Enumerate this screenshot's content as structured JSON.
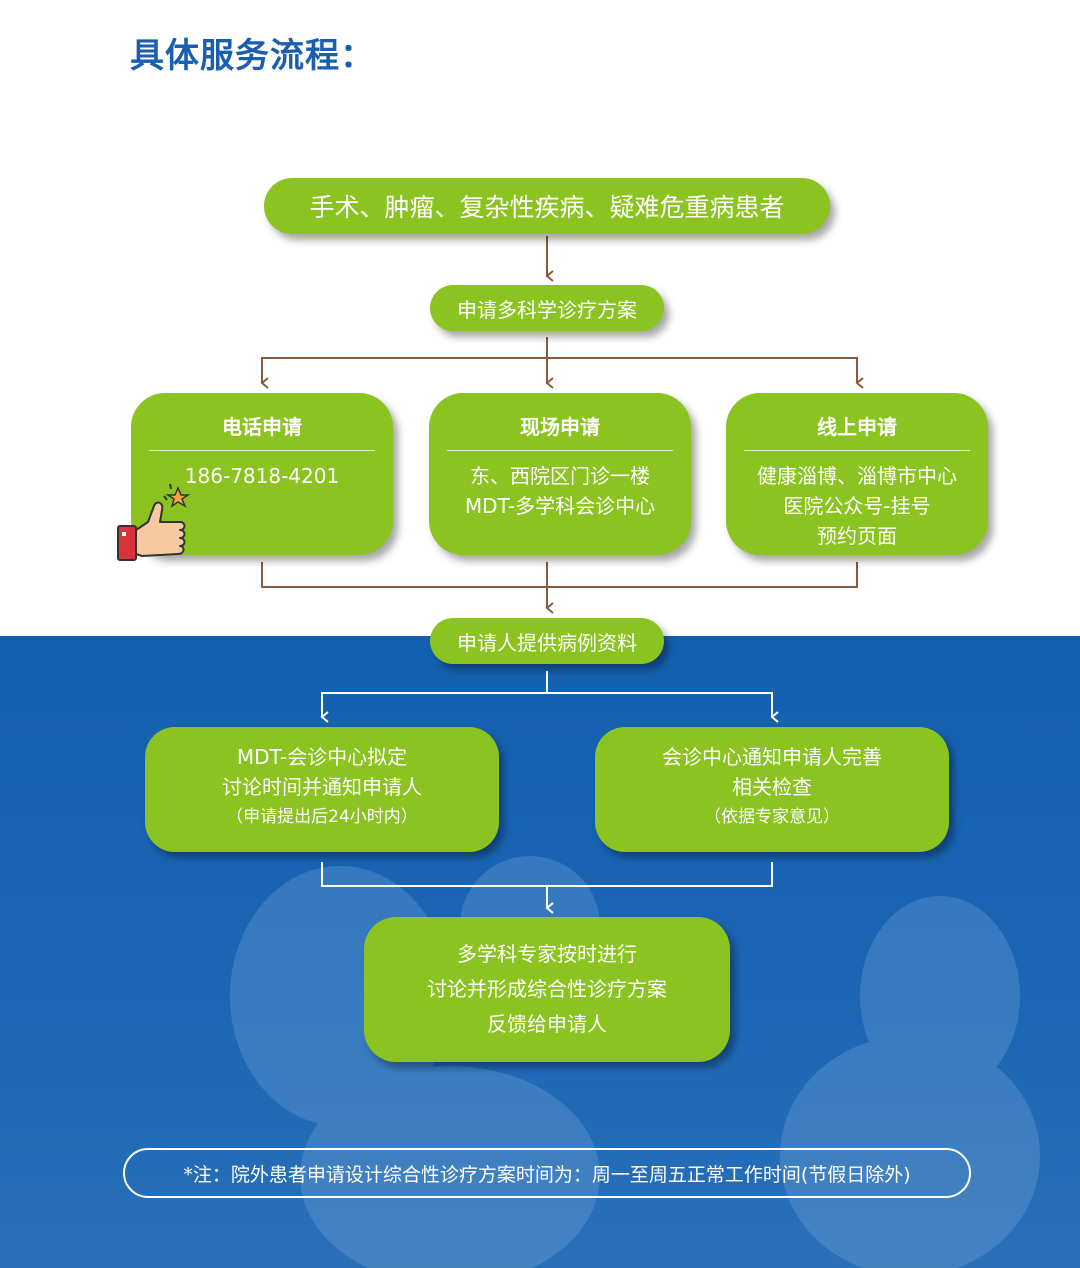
{
  "title": "具体服务流程：",
  "top_node": "手术、肿瘤、复杂性疾病、疑难危重病患者",
  "apply_node": "申请多科学诊疗方案",
  "methods": [
    {
      "title": "电话申请",
      "lines": [
        "186-7818-4201"
      ]
    },
    {
      "title": "现场申请",
      "lines": [
        "东、西院区门诊一楼",
        "MDT-多学科会诊中心"
      ]
    },
    {
      "title": "线上申请",
      "lines": [
        "健康淄博、淄博市中心",
        "医院公众号-挂号",
        "预约页面"
      ]
    }
  ],
  "provide_node": "申请人提供病例资料",
  "branches": [
    {
      "lines": [
        "MDT-会诊中心拟定",
        "讨论时间并通知申请人"
      ],
      "sub": "（申请提出后24小时内）"
    },
    {
      "lines": [
        "会诊中心通知申请人完善",
        "相关检查"
      ],
      "sub": "（依据专家意见）"
    }
  ],
  "final_node": {
    "lines": [
      "多学科专家按时进行",
      "讨论并形成综合性诊疗方案",
      "反馈给申请人"
    ]
  },
  "note": "*注：院外患者申请设计综合性诊疗方案时间为：周一至周五正常工作时间(节假日除外)",
  "colors": {
    "green": "#8bc320",
    "blue": "#1a5fae",
    "arrow": "#8b5a3c"
  }
}
